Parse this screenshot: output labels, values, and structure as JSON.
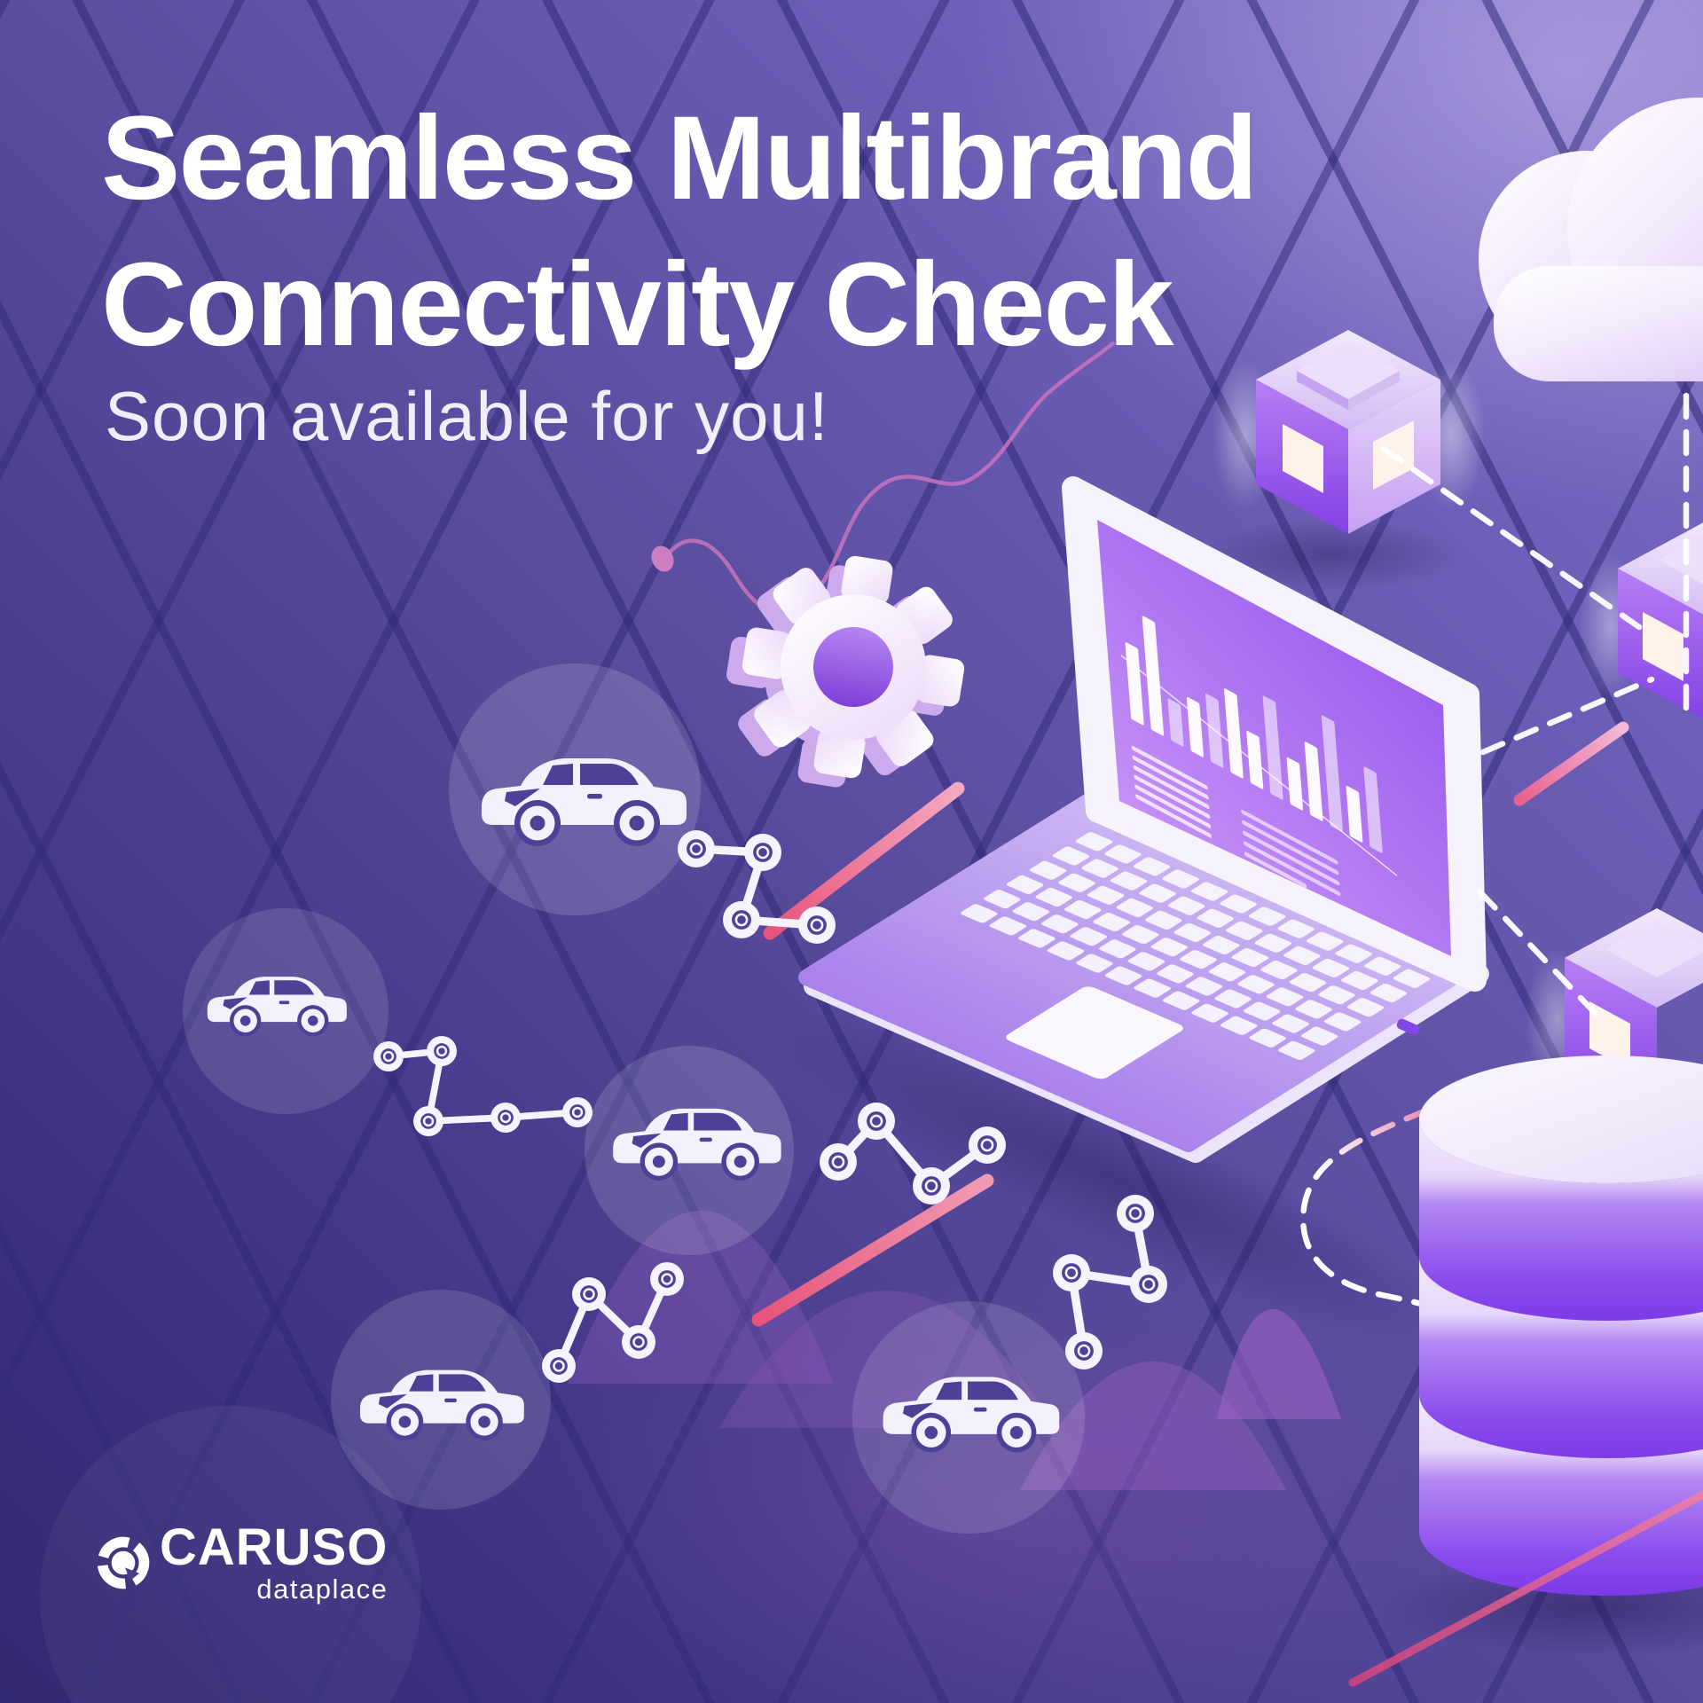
{
  "header": {
    "title_line1": "Seamless Multibrand",
    "title_line2": "Connectivity Check",
    "subtitle": "Soon available for you!"
  },
  "logo": {
    "brand": "CARUSO",
    "tagline": "dataplace"
  },
  "colors": {
    "background_top": "#8376c8",
    "background_bottom": "#32286f",
    "grid_line": "#2f2a78",
    "accent_pink": "#ea5878",
    "cube_purple": "#8b4fe8",
    "screen_purple": "#9350ec",
    "illustration_white": "#f5f3fd"
  },
  "illustration": {
    "icons": [
      "cloud-icon",
      "cube-icon",
      "laptop-icon",
      "gear-icon",
      "database-icon",
      "car-icon",
      "connector-node-icon",
      "dashed-connector"
    ],
    "car_count": 5,
    "connector_chain_count": 5,
    "laptop_screen_chart": {
      "type": "bar",
      "bars": [
        {
          "h": 88,
          "solid": true
        },
        {
          "h": 130,
          "solid": true
        },
        {
          "h": 48,
          "solid": false
        },
        {
          "h": 62,
          "solid": true
        },
        {
          "h": 78,
          "solid": false
        },
        {
          "h": 96,
          "solid": true
        },
        {
          "h": 60,
          "solid": true
        },
        {
          "h": 112,
          "solid": false
        },
        {
          "h": 54,
          "solid": true
        },
        {
          "h": 84,
          "solid": true
        },
        {
          "h": 126,
          "solid": false
        },
        {
          "h": 58,
          "solid": true
        },
        {
          "h": 92,
          "solid": false
        }
      ]
    },
    "keyboard": {
      "rows": 6,
      "cols": 12
    }
  }
}
